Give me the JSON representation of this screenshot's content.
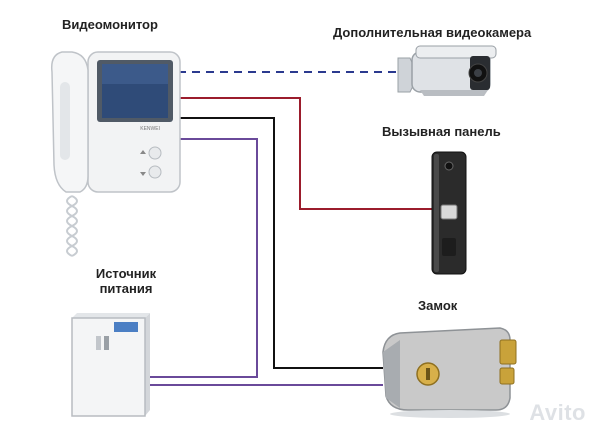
{
  "labels": {
    "monitor": "Видеомонитор",
    "camera": "Дополнительная видеокамера",
    "panel": "Вызывная панель",
    "power_line1": "Источник",
    "power_line2": "питания",
    "lock": "Замок"
  },
  "device_text": {
    "monitor_brand": "KENWEI"
  },
  "watermark": "Avito",
  "colors": {
    "video_line": "#2b3a8f",
    "signal_line": "#9b1c2c",
    "ground_line": "#111111",
    "power_line": "#6a4a9a",
    "device_body": "#f2f3f4",
    "screen": "#2f4b78",
    "panel_body": "#2b2b2b",
    "lock_body": "#c9c9c9",
    "lock_brass": "#c9a23a"
  }
}
